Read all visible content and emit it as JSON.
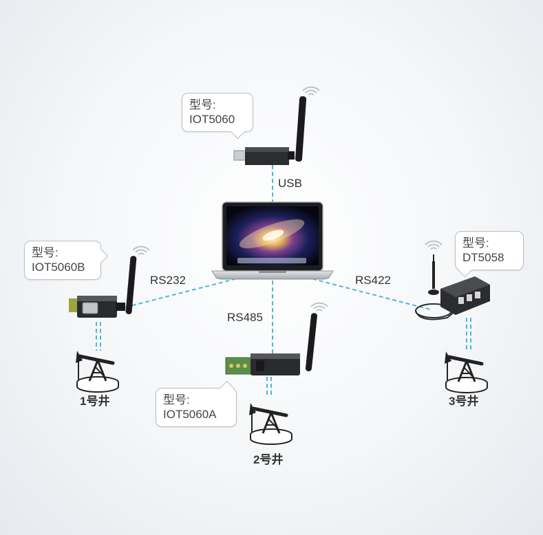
{
  "center": {
    "device": "laptop"
  },
  "devices": [
    {
      "id": "top",
      "model_label": "型号:",
      "model": "IOT5060",
      "interface": "USB"
    },
    {
      "id": "left",
      "model_label": "型号:",
      "model": "IOT5060B",
      "interface": "RS232",
      "well": "1号井"
    },
    {
      "id": "bottom",
      "model_label": "型号:",
      "model": "IOT5060A",
      "interface": "RS485",
      "well": "2号井"
    },
    {
      "id": "right",
      "model_label": "型号:",
      "model": "DT5058",
      "interface": "RS422",
      "well": "3号井"
    }
  ],
  "colors": {
    "link": "#4fb6d8",
    "device_dark": "#2a2a2a",
    "bubble_border": "#b9bec4"
  }
}
